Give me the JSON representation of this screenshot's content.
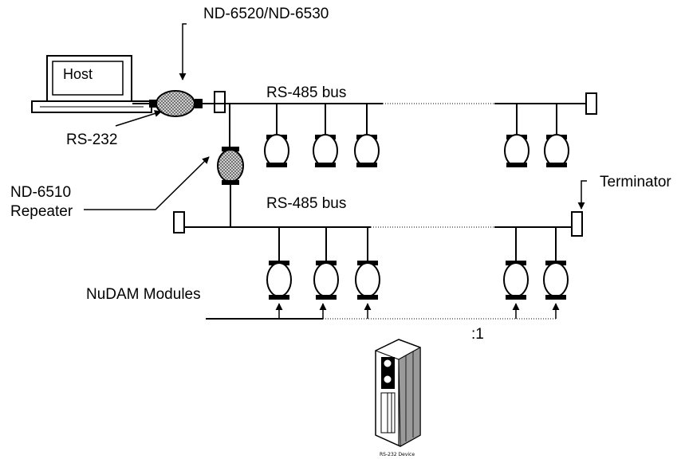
{
  "labels": {
    "converter": "ND-6520/ND-6530",
    "host": "Host",
    "rs232": "RS-232",
    "bus_top": "RS-485 bus",
    "bus_bottom": "RS-485 bus",
    "repeater_line1": "ND-6510",
    "repeater_line2": "Repeater",
    "terminator": "Terminator",
    "modules": "NuDAM Modules",
    "note": ":1",
    "device": "RS-232 Device"
  }
}
